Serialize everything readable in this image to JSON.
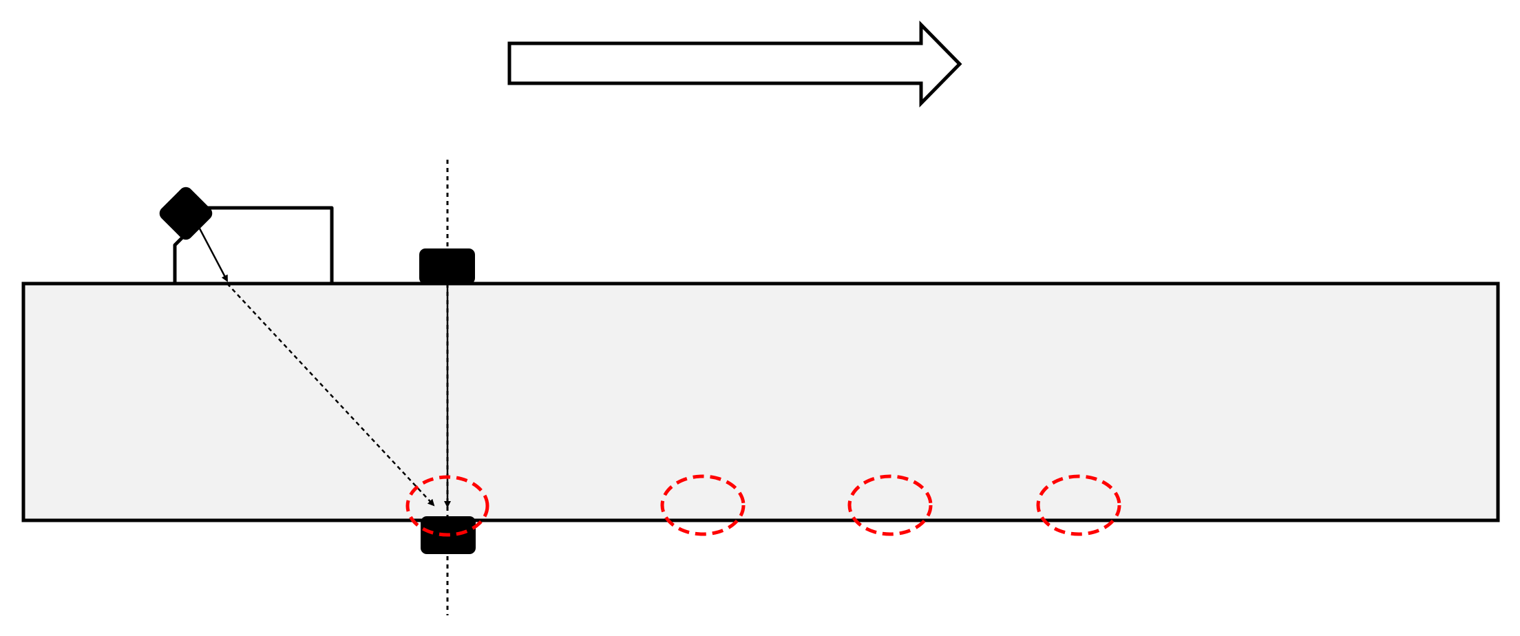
{
  "diagram": {
    "colors": {
      "stroke": "#000000",
      "plate_fill": "#f2f2f2",
      "background": "#ffffff",
      "arrow_fill": "#ffffff",
      "probe_fill": "#000000",
      "defect_marker": "#ff0000"
    },
    "elements": {
      "direction_arrow": "scan-direction-arrow",
      "plate": "test-specimen-plate",
      "angle_probe": "angle-beam-probe",
      "top_probe": "top-normal-probe",
      "bottom_probe": "bottom-normal-probe",
      "defect_count": 4
    }
  }
}
